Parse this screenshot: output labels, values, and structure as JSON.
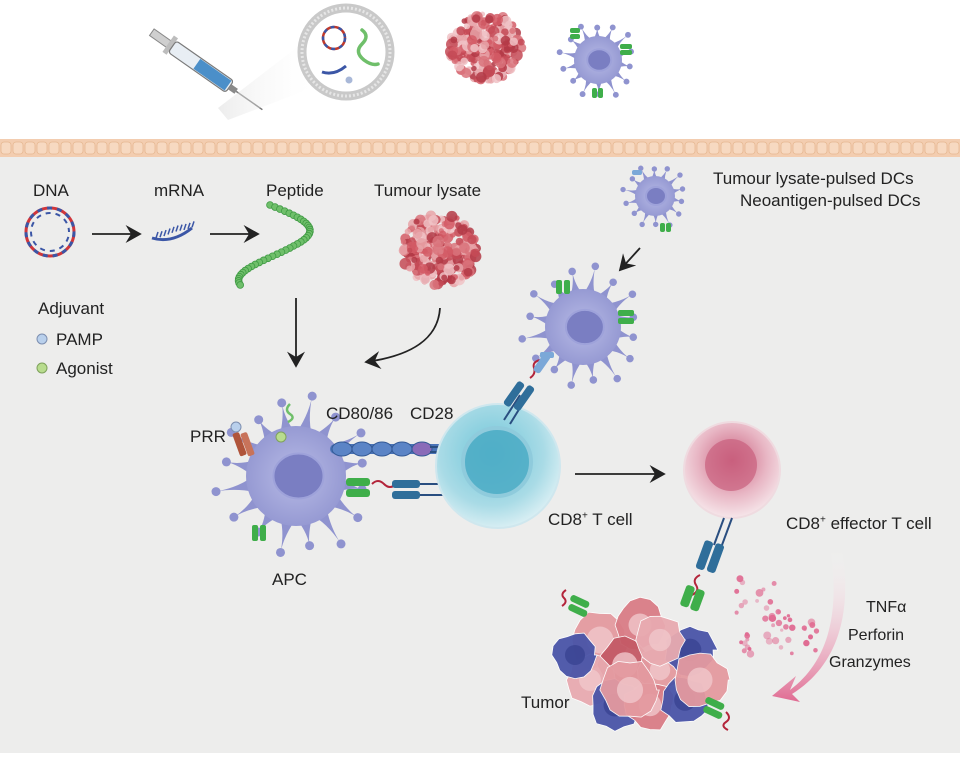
{
  "labels": {
    "dna": "DNA",
    "mrna": "mRNA",
    "peptide": "Peptide",
    "tumour_lysate": "Tumour lysate",
    "dc_line1": "Tumour lysate-pulsed DCs",
    "dc_line2": "Neoantigen-pulsed DCs",
    "adjuvant": "Adjuvant",
    "pamp": "PAMP",
    "agonist": "Agonist",
    "prr": "PRR",
    "cd80": "CD80/86",
    "cd28": "CD28",
    "apc": "APC",
    "cd8_t_prefix": "CD8",
    "cd8_t_sup": "+",
    "cd8_t_suffix": " T cell",
    "cd8_eff_prefix": "CD8",
    "cd8_eff_sup": "+",
    "cd8_eff_suffix": " effector T cell",
    "tnf": "TNFα",
    "perforin": "Perforin",
    "granzymes": "Granzymes",
    "tumor": "Tumor"
  },
  "colors": {
    "background_panel": "#ededec",
    "membrane": "#f2c9a8",
    "dc_body": "#9b9fd6",
    "dc_nucleus": "#7f82c4",
    "t_cell": "#a8dbe8",
    "effector_cell": "#e8b3c2",
    "mhc_green": "#3fae4a",
    "tcr_blue": "#2f6e9a",
    "peptide_green": "#6fbf6a",
    "dna_red": "#d0363b",
    "dna_blue": "#3b56a6",
    "tumor_pink": "#e49aa0",
    "tumor_blue": "#4a55a8",
    "cytokine_pink": "#e06b92"
  }
}
